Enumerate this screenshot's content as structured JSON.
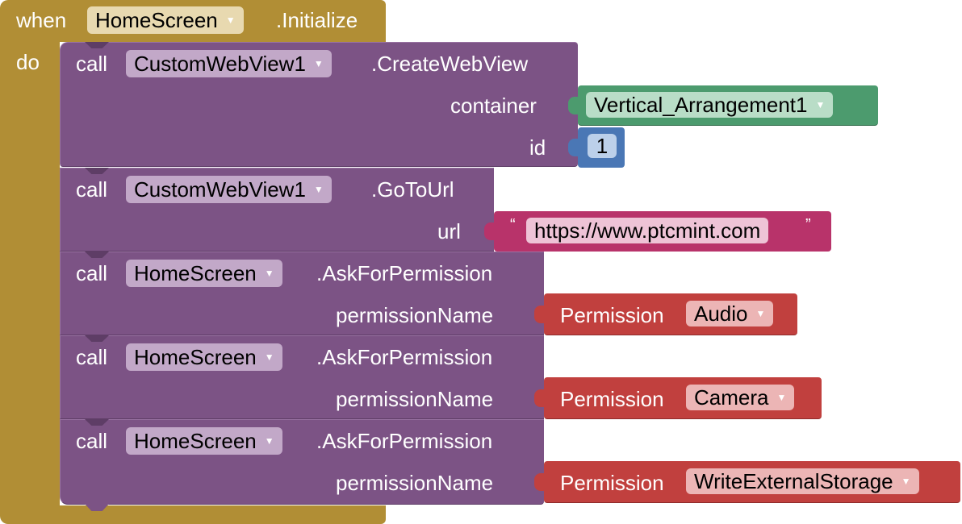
{
  "event_block": {
    "when_label": "when",
    "component": "HomeScreen",
    "event": ".Initialize",
    "do_label": "do",
    "color": "#b18e35"
  },
  "calls": [
    {
      "call_label": "call",
      "component": "CustomWebView1",
      "method": ".CreateWebView",
      "params": [
        {
          "name": "container",
          "value_component": "Vertical_Arrangement1"
        },
        {
          "name": "id",
          "value": "1"
        }
      ]
    },
    {
      "call_label": "call",
      "component": "CustomWebView1",
      "method": ".GoToUrl",
      "params": [
        {
          "name": "url",
          "open_quote": "“",
          "value": "https://www.ptcmint.com",
          "close_quote": "”"
        }
      ]
    },
    {
      "call_label": "call",
      "component": "HomeScreen",
      "method": ".AskForPermission",
      "params": [
        {
          "name": "permissionName",
          "value_label": "Permission",
          "value": "Audio"
        }
      ]
    },
    {
      "call_label": "call",
      "component": "HomeScreen",
      "method": ".AskForPermission",
      "params": [
        {
          "name": "permissionName",
          "value_label": "Permission",
          "value": "Camera"
        }
      ]
    },
    {
      "call_label": "call",
      "component": "HomeScreen",
      "method": ".AskForPermission",
      "params": [
        {
          "name": "permissionName",
          "value_label": "Permission",
          "value": "WriteExternalStorage"
        }
      ]
    }
  ],
  "dropdown_icon": "triangle-down-icon",
  "colors": {
    "procedure": "#7c5385",
    "component": "#4c9b6e",
    "number": "#4a77b5",
    "text": "#b8336a",
    "permission": "#c1403e"
  }
}
